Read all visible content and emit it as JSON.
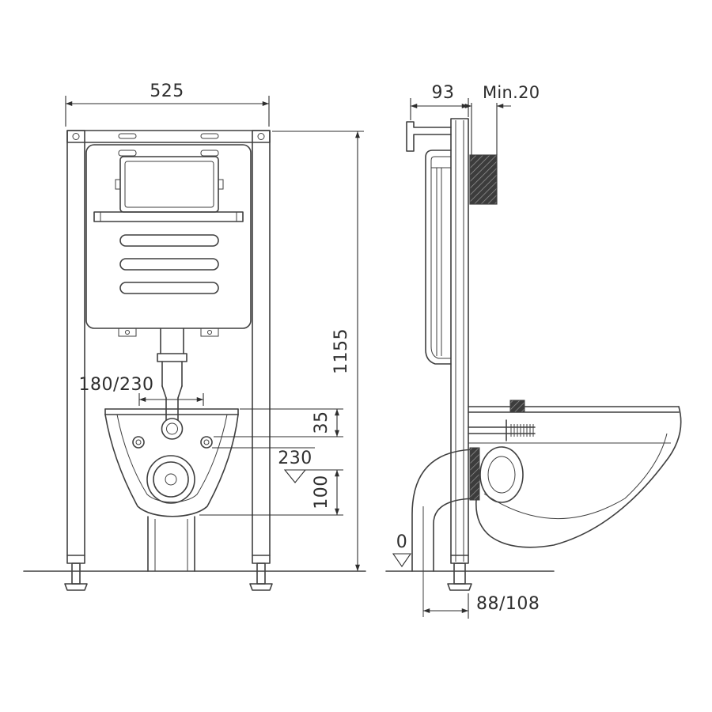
{
  "colors": {
    "background": "#ffffff",
    "line": "#3f3f3f",
    "dimension": "#2e2e2e"
  },
  "front_view": {
    "dims": {
      "overall_width": "525",
      "overall_height": "1155",
      "outlet_offset_range": "180/230",
      "bracket_to_bolt": "35",
      "outlet_level": "230",
      "below_level": "100"
    }
  },
  "side_view": {
    "dims": {
      "frame_depth": "93",
      "min_wall": "Min.20",
      "floor_level": "0",
      "outlet_distance": "88/108"
    }
  }
}
